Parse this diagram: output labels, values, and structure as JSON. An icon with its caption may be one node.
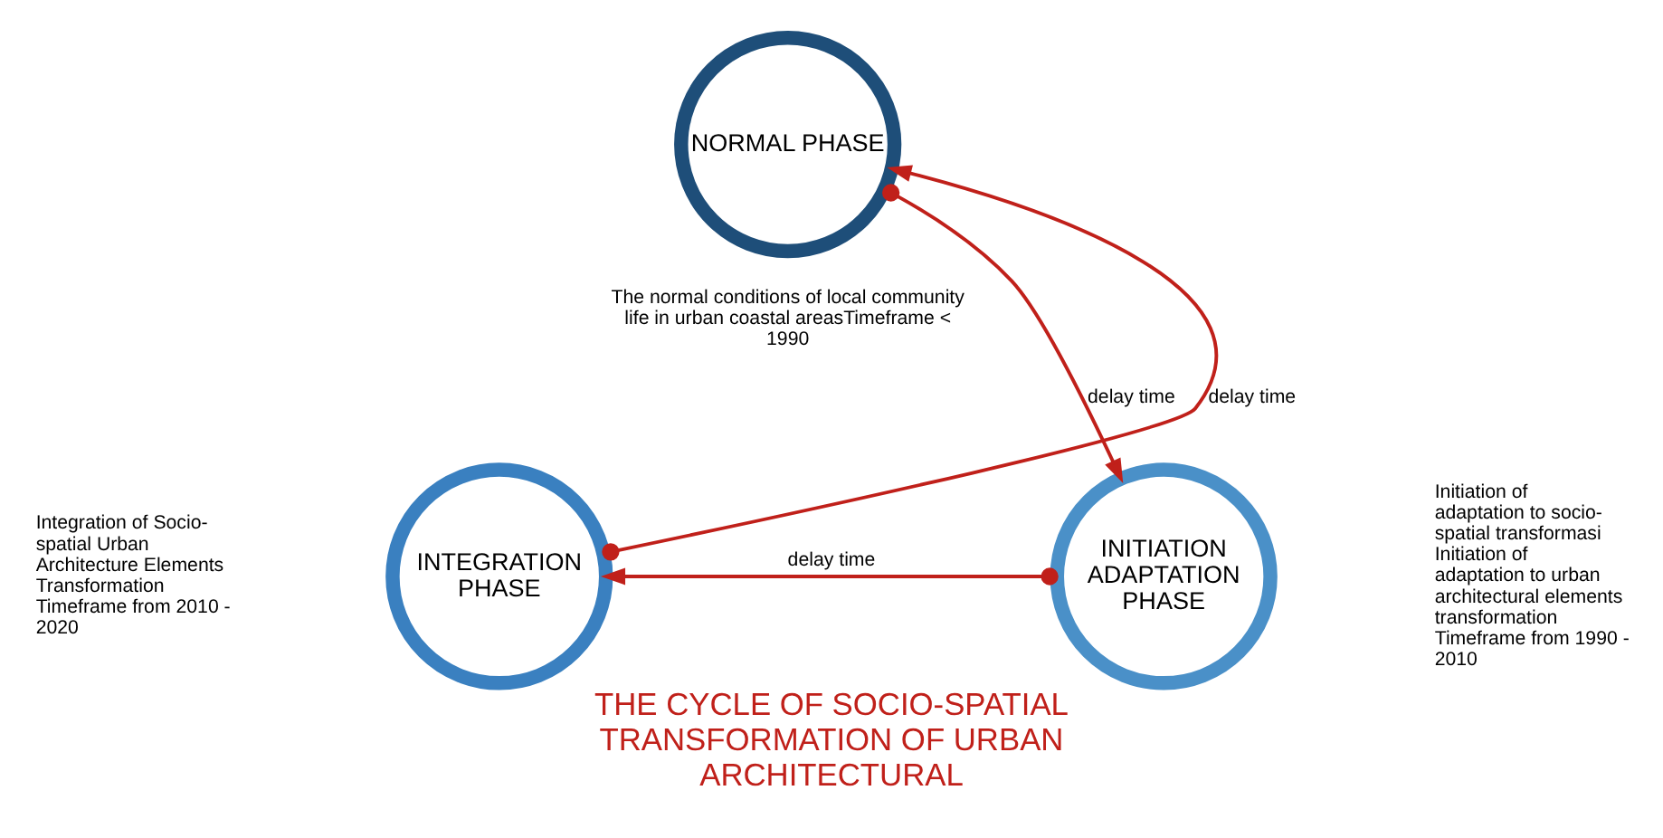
{
  "diagram": {
    "title": "THE CYCLE OF SOCIO-SPATIAL TRANSFORMATION OF URBAN ARCHITECTURAL",
    "nodes": [
      {
        "text": [
          "NORMAL PHASE"
        ],
        "beside": [
          "The normal conditions of local community life in urban coastal areasTimeframe < 1990"
        ]
      },
      {
        "text": [
          "INITIATION ADAPTATION PHASE"
        ],
        "beside": [
          "Initiation of adaptation to socio-spatial transformasi",
          "Initiation of adaptation to urban architectural elements transformation",
          "Timeframe from 1990 - 2010"
        ]
      },
      {
        "text": [
          "INTEGRATION PHASE"
        ],
        "beside": [
          "Integration of Socio-spatial Urban Architecture Elements Transformation",
          "Timeframe from 2010 - 2020"
        ]
      }
    ],
    "edges": [
      {
        "from": 0,
        "to": 1,
        "arrow": "to",
        "label": "delay time"
      },
      {
        "from": 1,
        "to": 2,
        "arrow": "to",
        "label": "delay time"
      },
      {
        "from": 2,
        "to": 0,
        "arrow": "to",
        "label": "delay time"
      }
    ]
  }
}
